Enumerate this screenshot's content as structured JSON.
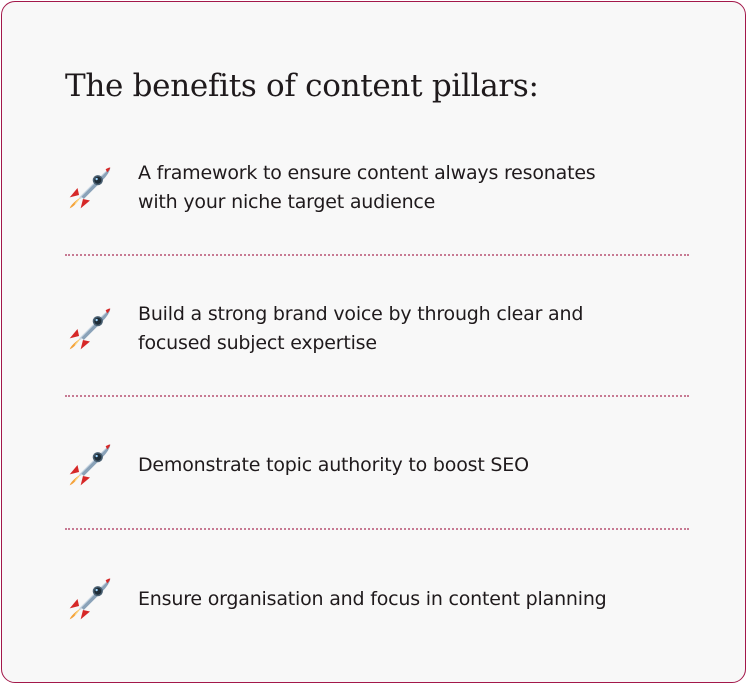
{
  "title": "The benefits of content pillars:",
  "colors": {
    "border": "#a3184a",
    "background": "#f8f8f8",
    "divider": "#c77a93",
    "text": "#1f1a1c"
  },
  "items": [
    {
      "icon": "rocket-icon",
      "line1": "A framework to ensure content always resonates",
      "line2": "with your niche target audience"
    },
    {
      "icon": "rocket-icon",
      "line1": "Build a strong brand voice by through clear and",
      "line2": "focused subject expertise"
    },
    {
      "icon": "rocket-icon",
      "line1": "Demonstrate topic authority to boost SEO",
      "line2": ""
    },
    {
      "icon": "rocket-icon",
      "line1": "Ensure organisation and focus in content planning",
      "line2": ""
    }
  ]
}
